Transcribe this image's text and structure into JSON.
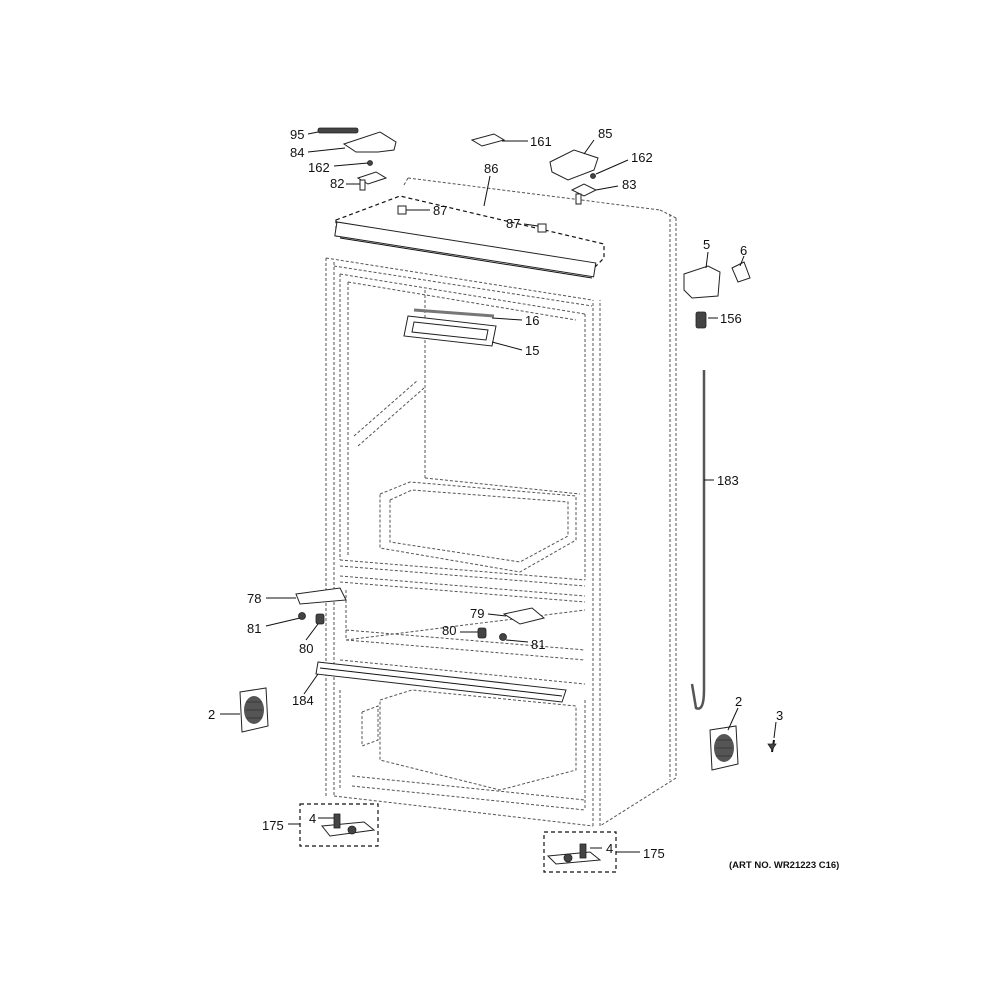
{
  "callouts": [
    {
      "id": "c95",
      "text": "95"
    },
    {
      "id": "c84",
      "text": "84"
    },
    {
      "id": "c162a",
      "text": "162"
    },
    {
      "id": "c82",
      "text": "82"
    },
    {
      "id": "c161",
      "text": "161"
    },
    {
      "id": "c85",
      "text": "85"
    },
    {
      "id": "c162b",
      "text": "162"
    },
    {
      "id": "c83",
      "text": "83"
    },
    {
      "id": "c86",
      "text": "86"
    },
    {
      "id": "c87a",
      "text": "87"
    },
    {
      "id": "c87b",
      "text": "87"
    },
    {
      "id": "c5",
      "text": "5"
    },
    {
      "id": "c6",
      "text": "6"
    },
    {
      "id": "c156",
      "text": "156"
    },
    {
      "id": "c16",
      "text": "16"
    },
    {
      "id": "c15",
      "text": "15"
    },
    {
      "id": "c183",
      "text": "183"
    },
    {
      "id": "c78",
      "text": "78"
    },
    {
      "id": "c81a",
      "text": "81"
    },
    {
      "id": "c80a",
      "text": "80"
    },
    {
      "id": "c79",
      "text": "79"
    },
    {
      "id": "c80b",
      "text": "80"
    },
    {
      "id": "c81b",
      "text": "81"
    },
    {
      "id": "c184",
      "text": "184"
    },
    {
      "id": "c2a",
      "text": "2"
    },
    {
      "id": "c2b",
      "text": "2"
    },
    {
      "id": "c3",
      "text": "3"
    },
    {
      "id": "c175a",
      "text": "175"
    },
    {
      "id": "c4a",
      "text": "4"
    },
    {
      "id": "c4b",
      "text": "4"
    },
    {
      "id": "c175b",
      "text": "175"
    }
  ],
  "art_number": "(ART NO. WR21223 C16)"
}
